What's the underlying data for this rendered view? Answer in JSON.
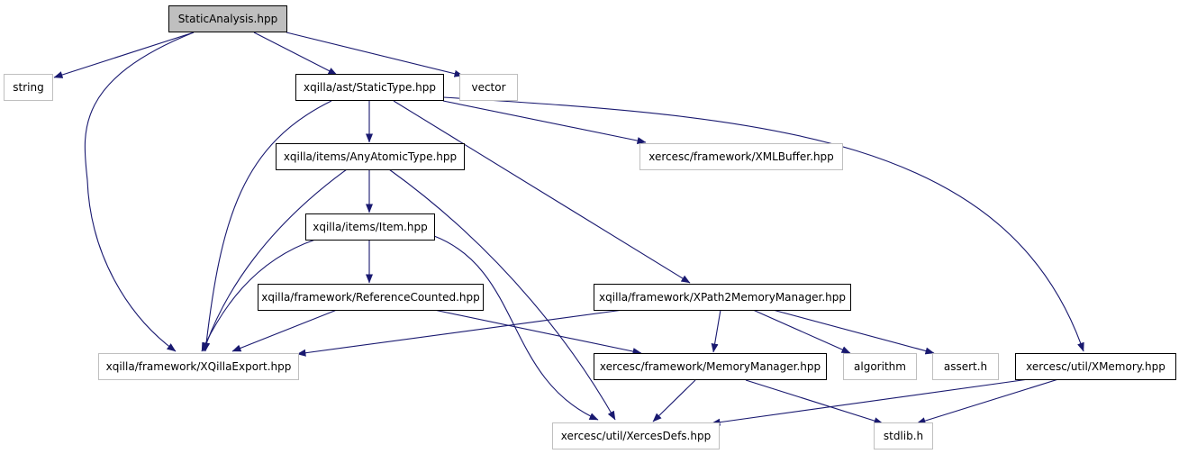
{
  "colors": {
    "edge": "#191970",
    "root_fill": "#bfbfbf",
    "solid_border": "#000000",
    "external_border": "#bfbfbf"
  },
  "nodes": {
    "static_analysis": "StaticAnalysis.hpp",
    "string": "string",
    "static_type": "xqilla/ast/StaticType.hpp",
    "vector": "vector",
    "any_atomic_type": "xqilla/items/AnyAtomicType.hpp",
    "xml_buffer": "xercesc/framework/XMLBuffer.hpp",
    "item": "xqilla/items/Item.hpp",
    "reference_counted": "xqilla/framework/ReferenceCounted.hpp",
    "xpath2_memory_manager": "xqilla/framework/XPath2MemoryManager.hpp",
    "xqilla_export": "xqilla/framework/XQillaExport.hpp",
    "memory_manager": "xercesc/framework/MemoryManager.hpp",
    "algorithm": "algorithm",
    "assert": "assert.h",
    "xmemory": "xercesc/util/XMemory.hpp",
    "xerces_defs": "xercesc/util/XercesDefs.hpp",
    "stdlib": "stdlib.h"
  }
}
